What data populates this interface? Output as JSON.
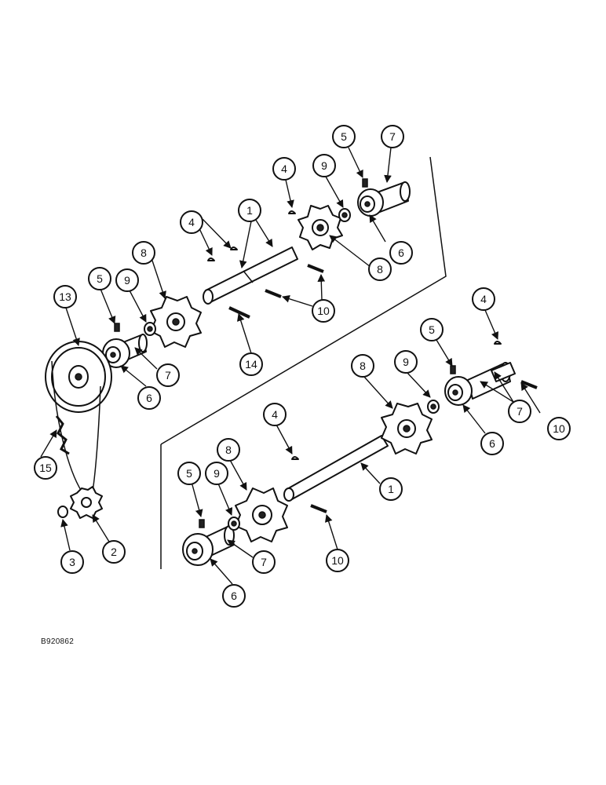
{
  "drawing_id": "B920862",
  "arrow_color": "#111111",
  "callouts": [
    "5",
    "7",
    "4",
    "9",
    "1",
    "4",
    "8",
    "6",
    "8",
    "5",
    "9",
    "13",
    "10",
    "14",
    "7",
    "6",
    "4",
    "5",
    "9",
    "8",
    "7",
    "10",
    "6",
    "15",
    "4",
    "8",
    "5",
    "9",
    "1",
    "3",
    "2",
    "7",
    "10",
    "6"
  ]
}
